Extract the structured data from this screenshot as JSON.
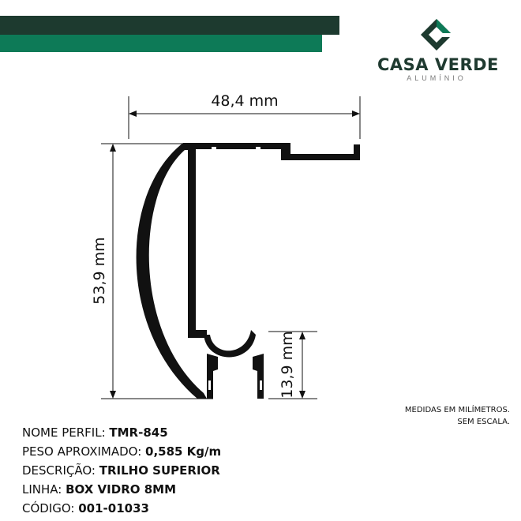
{
  "brand": {
    "name": "CASA VERDE",
    "subtitle": "ALUMÍNIO",
    "logo_icon": "casa-verde-logo-icon",
    "colors": {
      "dark_green": "#1d3a2f",
      "green": "#0d7a57"
    }
  },
  "dimensions": {
    "width": "48,4 mm",
    "height": "53,9 mm",
    "foot_height": "13,9 mm"
  },
  "note": {
    "line1": "MEDIDAS EM MILÍMETROS.",
    "line2": "SEM ESCALA."
  },
  "specs": [
    {
      "label": "NOME PERFIL: ",
      "value": "TMR-845"
    },
    {
      "label": "PESO APROXIMADO: ",
      "value": "0,585 Kg/m"
    },
    {
      "label": "DESCRIÇÃO: ",
      "value": "TRILHO SUPERIOR"
    },
    {
      "label": "LINHA: ",
      "value": "BOX VIDRO 8MM"
    },
    {
      "label": "CÓDIGO: ",
      "value": "001-01033"
    }
  ]
}
